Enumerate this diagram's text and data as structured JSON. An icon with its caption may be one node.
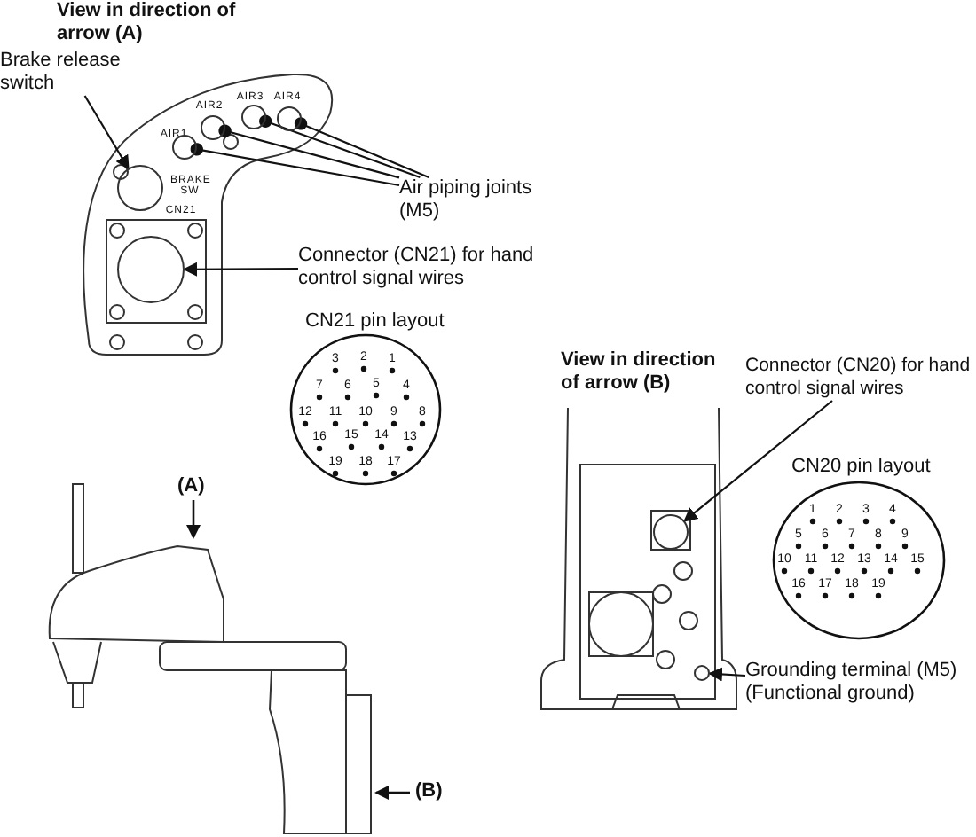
{
  "diagram": {
    "nodes": [
      {
        "text": [
          "Brake release switch"
        ]
      },
      {
        "text": [],
        "shape": "circle"
      },
      {
        "text": [
          "Air piping joints (M5)"
        ]
      },
      {
        "text": [],
        "shape": "circle"
      },
      {
        "text": [],
        "shape": "circle"
      },
      {
        "text": [],
        "shape": "circle"
      },
      {
        "text": [],
        "shape": "circle"
      },
      {
        "text": [
          "Connector (CN21) for hand control signal wires"
        ]
      },
      {
        "text": [],
        "shape": "circle"
      },
      {
        "text": [
          "Connector (CN20) for hand control signal wires"
        ]
      },
      {
        "text": [],
        "shape": "circle"
      },
      {
        "text": [
          "Grounding terminal (M5)",
          "(Functional ground)"
        ]
      },
      {
        "text": [],
        "shape": "circle"
      }
    ],
    "edges": [
      {
        "from": 0,
        "to": 1,
        "arrow": "to"
      },
      {
        "from": 2,
        "to": 3,
        "arrow": "other"
      },
      {
        "from": 2,
        "to": 4,
        "arrow": "other"
      },
      {
        "from": 2,
        "to": 5,
        "arrow": "other"
      },
      {
        "from": 2,
        "to": 6,
        "arrow": "other"
      },
      {
        "from": 7,
        "to": 8,
        "arrow": "to"
      },
      {
        "from": 9,
        "to": 10,
        "arrow": "to"
      },
      {
        "from": 11,
        "to": 12,
        "arrow": "to"
      }
    ],
    "labels": [
      "View in direction of arrow (A)",
      "AIR1",
      "AIR2",
      "AIR3",
      "AIR4",
      "BRAKE SW",
      "CN21",
      "CN21 pin layout",
      "3",
      "2",
      "1",
      "7",
      "6",
      "5",
      "4",
      "12",
      "11",
      "10",
      "9",
      "8",
      "16",
      "15",
      "14",
      "13",
      "19",
      "18",
      "17",
      "View in direction of arrow (B)",
      "CN20 pin layout",
      "1",
      "2",
      "3",
      "4",
      "5",
      "6",
      "7",
      "8",
      "9",
      "10",
      "11",
      "12",
      "13",
      "14",
      "15",
      "16",
      "17",
      "18",
      "19",
      "(A)",
      "(B)"
    ]
  }
}
